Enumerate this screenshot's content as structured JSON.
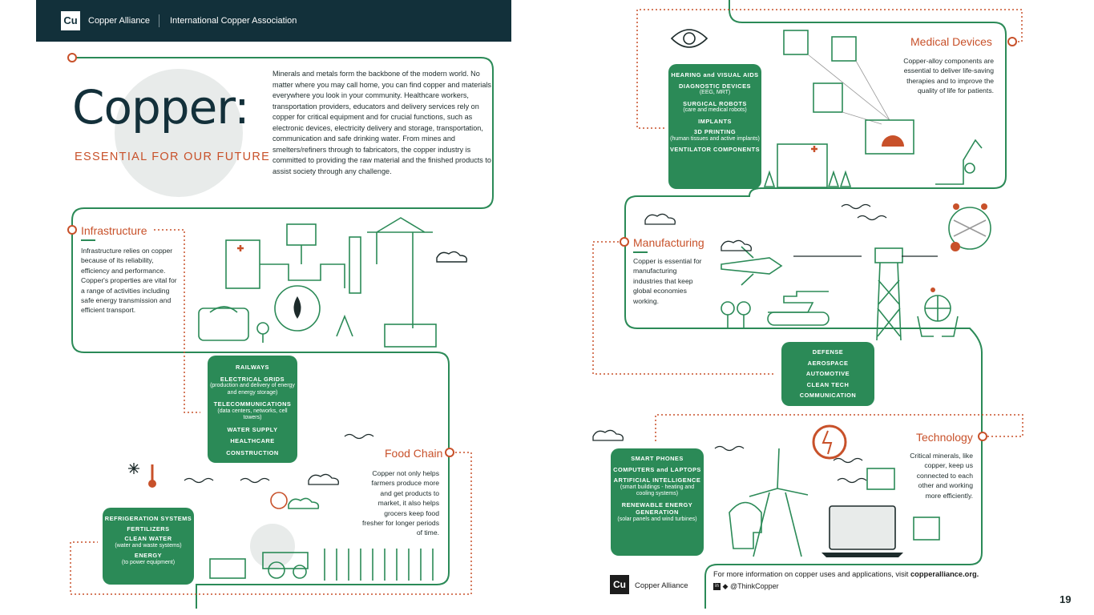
{
  "header": {
    "logo_text": "Cu",
    "alliance": "Copper Alliance",
    "association": "International Copper Association"
  },
  "title": "Copper:",
  "subtitle": "ESSENTIAL FOR OUR FUTURE",
  "intro": "Minerals and metals form the backbone of the modern world. No matter where you may call home, you can find copper and materials everywhere you look in your community. Healthcare workers, transportation providers, educators and delivery services rely on copper for critical equipment and for crucial functions, such as electronic devices, electricity delivery and storage, transportation, communication and safe drinking water. From mines and smelters/refiners through to fabricators, the copper industry is committed to providing the raw material and the finished products to assist society through any challenge.",
  "infrastructure": {
    "title": "Infrastructure",
    "body": "Infrastructure relies on copper because of its reliability, efficiency and performance. Copper's properties are vital for a range of activities including safe energy transmission and efficient transport.",
    "items": [
      {
        "label": "RAILWAYS",
        "sub": ""
      },
      {
        "label": "ELECTRICAL GRIDS",
        "sub": "(production and delivery of energy and energy storage)"
      },
      {
        "label": "TELECOMMUNICATIONS",
        "sub": "(data centers, networks, cell towers)"
      },
      {
        "label": "WATER SUPPLY",
        "sub": ""
      },
      {
        "label": "HEALTHCARE",
        "sub": ""
      },
      {
        "label": "CONSTRUCTION",
        "sub": ""
      }
    ]
  },
  "food_chain": {
    "title": "Food Chain",
    "body": "Copper not only helps farmers produce more and get products to market, it also helps grocers keep food fresher for longer periods of time.",
    "items": [
      {
        "label": "REFRIGERATION SYSTEMS",
        "sub": ""
      },
      {
        "label": "FERTILIZERS",
        "sub": ""
      },
      {
        "label": "CLEAN WATER",
        "sub": "(water and waste systems)"
      },
      {
        "label": "ENERGY",
        "sub": "(to power equipment)"
      }
    ]
  },
  "medical": {
    "title": "Medical Devices",
    "body": "Copper-alloy components are essential to deliver life-saving therapies and to improve the quality of life for patients.",
    "items": [
      {
        "label": "HEARING and VISUAL AIDS",
        "sub": ""
      },
      {
        "label": "DIAGNOSTIC DEVICES",
        "sub": "(EEG, MRT)"
      },
      {
        "label": "SURGICAL ROBOTS",
        "sub": "(care and medical robots)"
      },
      {
        "label": "IMPLANTS",
        "sub": ""
      },
      {
        "label": "3D PRINTING",
        "sub": "(human tissues and active implants)"
      },
      {
        "label": "VENTILATOR COMPONENTS",
        "sub": ""
      }
    ]
  },
  "manufacturing": {
    "title": "Manufacturing",
    "body": "Copper is essential for manufacturing industries that keep global economies working.",
    "items": [
      {
        "label": "DEFENSE",
        "sub": ""
      },
      {
        "label": "AEROSPACE",
        "sub": ""
      },
      {
        "label": "AUTOMOTIVE",
        "sub": ""
      },
      {
        "label": "CLEAN TECH",
        "sub": ""
      },
      {
        "label": "COMMUNICATION",
        "sub": ""
      }
    ]
  },
  "technology": {
    "title": "Technology",
    "body": "Critical minerals, like copper, keep us connected to each other and working more efficiently.",
    "items": [
      {
        "label": "SMART PHONES",
        "sub": ""
      },
      {
        "label": "COMPUTERS and LAPTOPS",
        "sub": ""
      },
      {
        "label": "ARTIFICIAL INTELLIGENCE",
        "sub": "(smart buildings - heating and cooling systems)"
      },
      {
        "label": "RENEWABLE ENERGY GENERATION",
        "sub": "(solar panels and wind turbines)"
      }
    ]
  },
  "footer": {
    "logo_text": "Cu",
    "alliance": "Copper Alliance",
    "info_prefix": "For more information on copper uses and applications, visit ",
    "info_link": "copperalliance.org.",
    "social": "@ThinkCopper",
    "page_number": "19"
  },
  "colors": {
    "green": "#2b8a57",
    "copper": "#c8512a",
    "navy": "#12303a"
  }
}
